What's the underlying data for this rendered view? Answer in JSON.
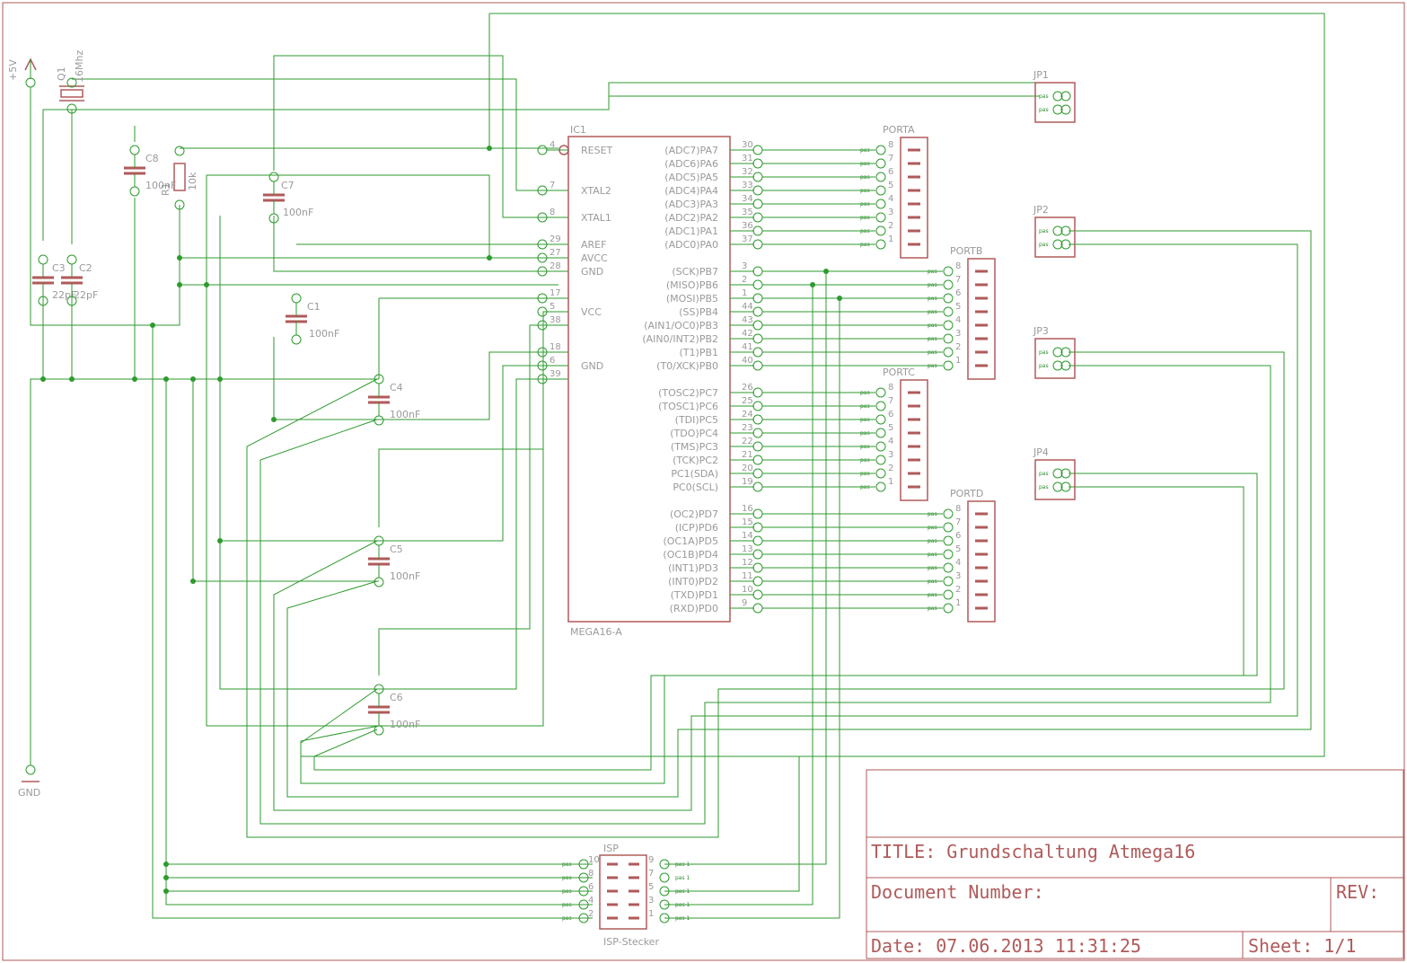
{
  "power": {
    "vcc": "+5V",
    "gnd": "GND"
  },
  "ic": {
    "name": "IC1",
    "value": "MEGA16-A",
    "left_pins": [
      {
        "num": "4",
        "label": "RESET"
      },
      {
        "num": "7",
        "label": "XTAL2"
      },
      {
        "num": "8",
        "label": "XTAL1"
      },
      {
        "num": "29",
        "label": "AREF"
      },
      {
        "num": "27",
        "label": "AVCC"
      },
      {
        "num": "28",
        "label": "GND"
      },
      {
        "num": "17",
        "label": ""
      },
      {
        "num": "5",
        "label": "VCC"
      },
      {
        "num": "38",
        "label": ""
      },
      {
        "num": "18",
        "label": ""
      },
      {
        "num": "6",
        "label": "GND"
      },
      {
        "num": "39",
        "label": ""
      }
    ],
    "right_pins": [
      {
        "num": "30",
        "label": "(ADC7)PA7"
      },
      {
        "num": "31",
        "label": "(ADC6)PA6"
      },
      {
        "num": "32",
        "label": "(ADC5)PA5"
      },
      {
        "num": "33",
        "label": "(ADC4)PA4"
      },
      {
        "num": "34",
        "label": "(ADC3)PA3"
      },
      {
        "num": "35",
        "label": "(ADC2)PA2"
      },
      {
        "num": "36",
        "label": "(ADC1)PA1"
      },
      {
        "num": "37",
        "label": "(ADC0)PA0"
      },
      {
        "num": "3",
        "label": "(SCK)PB7"
      },
      {
        "num": "2",
        "label": "(MISO)PB6"
      },
      {
        "num": "1",
        "label": "(MOSI)PB5"
      },
      {
        "num": "44",
        "label": "(SS)PB4"
      },
      {
        "num": "43",
        "label": "(AIN1/OC0)PB3"
      },
      {
        "num": "42",
        "label": "(AIN0/INT2)PB2"
      },
      {
        "num": "41",
        "label": "(T1)PB1"
      },
      {
        "num": "40",
        "label": "(T0/XCK)PB0"
      },
      {
        "num": "26",
        "label": "(TOSC2)PC7"
      },
      {
        "num": "25",
        "label": "(TOSC1)PC6"
      },
      {
        "num": "24",
        "label": "(TDI)PC5"
      },
      {
        "num": "23",
        "label": "(TDO)PC4"
      },
      {
        "num": "22",
        "label": "(TMS)PC3"
      },
      {
        "num": "21",
        "label": "(TCK)PC2"
      },
      {
        "num": "20",
        "label": "PC1(SDA)"
      },
      {
        "num": "19",
        "label": "PC0(SCL)"
      },
      {
        "num": "16",
        "label": "(OC2)PD7"
      },
      {
        "num": "15",
        "label": "(ICP)PD6"
      },
      {
        "num": "14",
        "label": "(OC1A)PD5"
      },
      {
        "num": "13",
        "label": "(OC1B)PD4"
      },
      {
        "num": "12",
        "label": "(INT1)PD3"
      },
      {
        "num": "11",
        "label": "(INT0)PD2"
      },
      {
        "num": "10",
        "label": "(TXD)PD1"
      },
      {
        "num": "9",
        "label": "(RXD)PD0"
      }
    ]
  },
  "headers": [
    {
      "name": "PORTA",
      "pins": [
        "8",
        "7",
        "6",
        "5",
        "4",
        "3",
        "2",
        "1"
      ]
    },
    {
      "name": "PORTB",
      "pins": [
        "8",
        "7",
        "6",
        "5",
        "4",
        "3",
        "2",
        "1"
      ]
    },
    {
      "name": "PORTC",
      "pins": [
        "8",
        "7",
        "6",
        "5",
        "4",
        "3",
        "2",
        "1"
      ]
    },
    {
      "name": "PORTD",
      "pins": [
        "8",
        "7",
        "6",
        "5",
        "4",
        "3",
        "2",
        "1"
      ]
    }
  ],
  "jumpers": [
    "JP1",
    "JP2",
    "JP3",
    "JP4"
  ],
  "components": {
    "q1": {
      "name": "Q1",
      "value": "16Mhz"
    },
    "c1": {
      "name": "C1",
      "value": "100nF"
    },
    "c2": {
      "name": "C2",
      "value": "22pF"
    },
    "c3": {
      "name": "C3",
      "value": "22pF"
    },
    "c4": {
      "name": "C4",
      "value": "100nF"
    },
    "c5": {
      "name": "C5",
      "value": "100nF"
    },
    "c6": {
      "name": "C6",
      "value": "100nF"
    },
    "c7": {
      "name": "C7",
      "value": "100nF"
    },
    "c8": {
      "name": "C8",
      "value": "100nF"
    },
    "r1": {
      "name": "R1",
      "value": "10k"
    }
  },
  "isp": {
    "name": "ISP",
    "value": "ISP-Stecker",
    "left_pins": [
      "10",
      "8",
      "6",
      "4",
      "2"
    ],
    "right_pins": [
      "9",
      "7",
      "5",
      "3",
      "1"
    ]
  },
  "title_block": {
    "title": "TITLE:  Grundschaltung Atmega16",
    "document_number": "Document Number:",
    "rev": "REV:",
    "date": "Date: 07.06.2013 11:31:25",
    "sheet": "Sheet: 1/1"
  }
}
